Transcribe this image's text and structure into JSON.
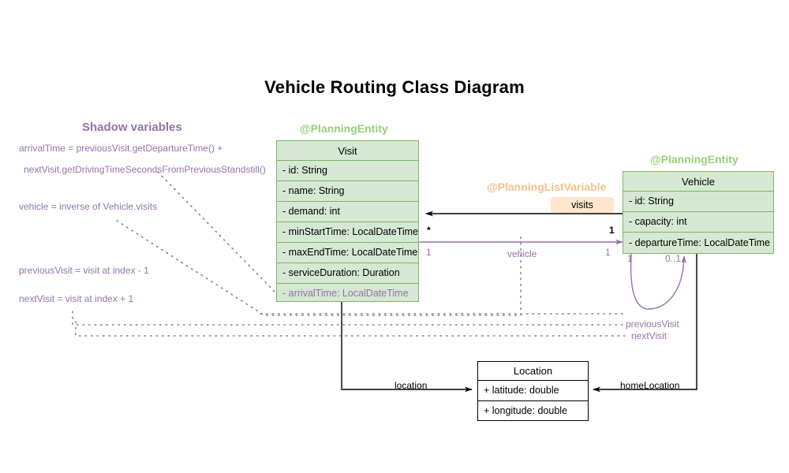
{
  "title": "Vehicle Routing Class Diagram",
  "colors": {
    "entity_fill": "#d5e8d4",
    "entity_border": "#82b366",
    "stereotype_green": "#97d077",
    "stereotype_orange": "#f5c08a",
    "badge_fill": "#ffe6cc",
    "shadow_purple": "#9673a6",
    "plain_border": "#000000"
  },
  "classes": {
    "visit": {
      "stereotype": "@PlanningEntity",
      "name": "Visit",
      "fields": [
        {
          "text": "- id: String",
          "shadow": false
        },
        {
          "text": "- name: String",
          "shadow": false
        },
        {
          "text": "- demand: int",
          "shadow": false
        },
        {
          "text": "- minStartTime: LocalDateTime",
          "shadow": false
        },
        {
          "text": "- maxEndTime: LocalDateTime",
          "shadow": false
        },
        {
          "text": "- serviceDuration: Duration",
          "shadow": false
        },
        {
          "text": "- arrivalTime: LocalDateTime",
          "shadow": true
        }
      ]
    },
    "vehicle": {
      "stereotype": "@PlanningEntity",
      "name": "Vehicle",
      "fields": [
        {
          "text": "- id: String",
          "shadow": false
        },
        {
          "text": "- capacity: int",
          "shadow": false
        },
        {
          "text": "- departureTime: LocalDateTime",
          "shadow": false
        }
      ]
    },
    "location": {
      "stereotype": "",
      "name": "Location",
      "fields": [
        {
          "text": "+ latitude: double",
          "shadow": false
        },
        {
          "text": "+ longitude: double",
          "shadow": false
        }
      ]
    }
  },
  "annotations": {
    "planning_list_variable": "@PlanningListVariable"
  },
  "badges": {
    "visits": "visits"
  },
  "relations": {
    "visits": {
      "label": "visits",
      "source_mult": "1",
      "target_mult": "*"
    },
    "vehicle": {
      "label": "vehicle",
      "source_mult": "1",
      "target_mult": "1"
    },
    "location": {
      "label": "location"
    },
    "home_location": {
      "label": "homeLocation"
    },
    "previous_visit": {
      "label": "previousVisit",
      "source_mult": "1",
      "target_mult": "0..1"
    },
    "next_visit": {
      "label": "nextVisit"
    }
  },
  "shadow_panel": {
    "heading": "Shadow variables",
    "notes": [
      "arrivalTime = previousVisit.getDepartureTime() +",
      "nextVisit.getDrivingTimeSecondsFromPreviousStandstill()",
      "vehicle = inverse of Vehicle.visits",
      "previousVisit = visit at index - 1",
      "nextVisit = visit at index + 1"
    ]
  }
}
